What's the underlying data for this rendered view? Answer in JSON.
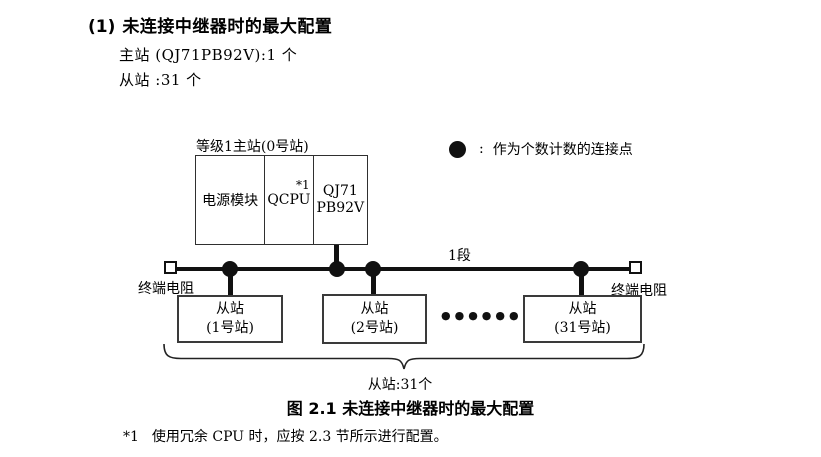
{
  "heading": {
    "number": "(1)",
    "title": "未连接中继器时的最大配置",
    "master_line": "主站 (QJ71PB92V):1 个",
    "slave_line": "从站 :31 个"
  },
  "diagram": {
    "master_label": "等级1主站(0号站)",
    "master_cells": {
      "power": "电源模块",
      "cpu": "QCPU",
      "cpu_footnote_ref": "*1",
      "network_line1": "QJ71",
      "network_line2": "PB92V"
    },
    "legend": {
      "colon": ":",
      "text": "作为个数计数的连接点"
    },
    "segment_label": "1段",
    "terminator_left": "终端电阻",
    "terminator_right": "终端电阻",
    "slaves": [
      {
        "line1": "从站",
        "line2": "(1号站)"
      },
      {
        "line1": "从站",
        "line2": "(2号站)"
      },
      {
        "line1": "从站",
        "line2": "(31号站)"
      }
    ],
    "ellipsis_dots": "●●●●●●",
    "brace_label": "从站:31个"
  },
  "caption": "图 2.1 未连接中继器时的最大配置",
  "footnote": {
    "marker": "*1",
    "text": "使用冗余 CPU 时，应按 2.3 节所示进行配置。"
  },
  "colors": {
    "background": "#ffffff",
    "line": "#111111",
    "box_border": "#2f2f2f",
    "text": "#000000"
  }
}
